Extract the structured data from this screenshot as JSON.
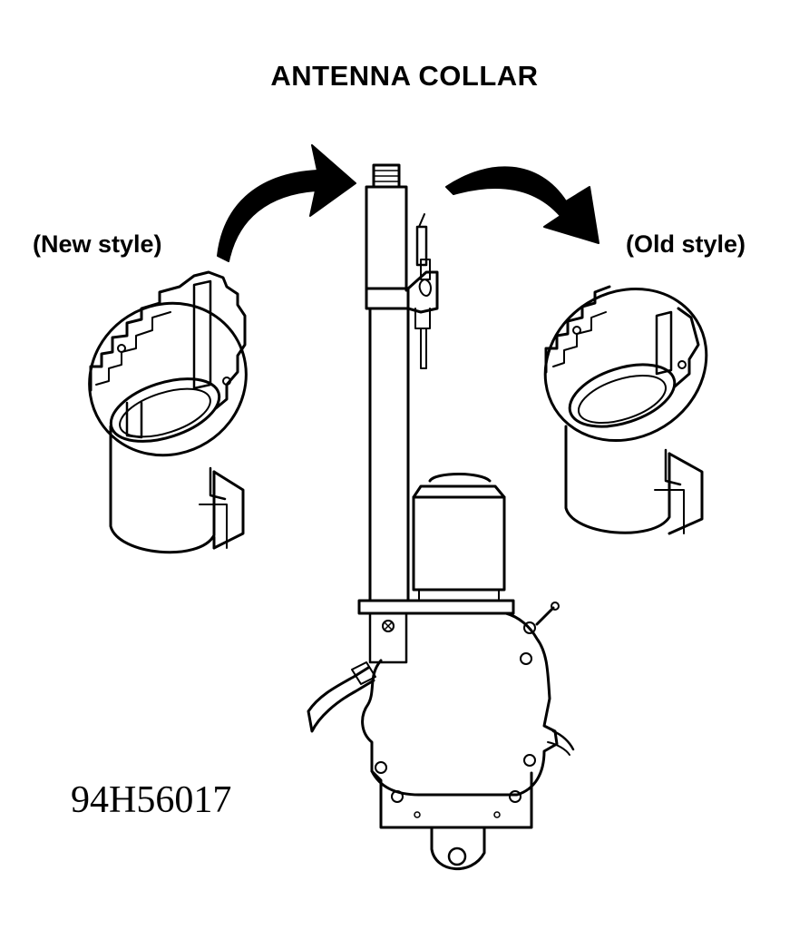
{
  "title": "ANTENNA COLLAR",
  "labels": {
    "new_style": "(New style)",
    "old_style": "(Old style)"
  },
  "figure_id": "94H56017",
  "colors": {
    "ink": "#000000",
    "paper": "#ffffff"
  }
}
